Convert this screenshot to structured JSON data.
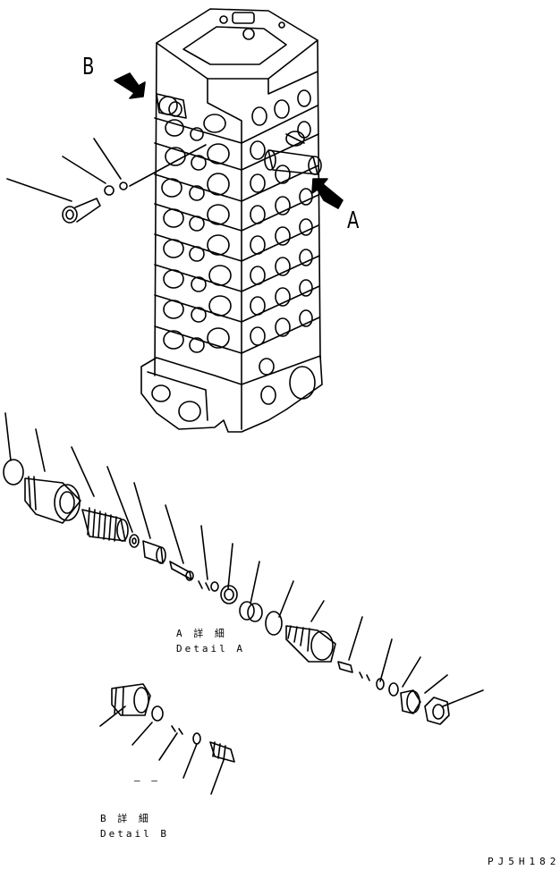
{
  "labels": {
    "view_a": "A",
    "view_b": "B",
    "detail_a_jp": "A 詳 細",
    "detail_a_en": "Detail A",
    "detail_b_jp": "B 詳 細",
    "detail_b_en": "Detail B",
    "dash": "– –",
    "drawing_code": "PJ5H182"
  },
  "colors": {
    "line": "#000000",
    "background": "#ffffff"
  },
  "callouts": {
    "valve_body_leaders": 3,
    "detail_a_leaders": 14,
    "detail_b_leaders": 5
  }
}
